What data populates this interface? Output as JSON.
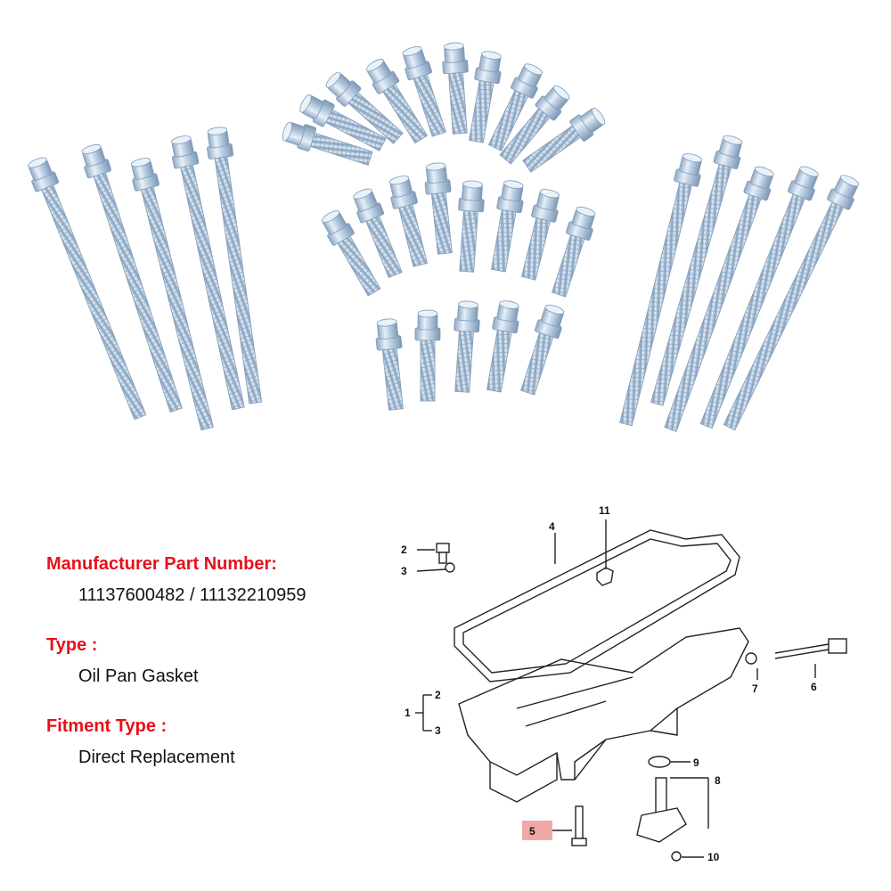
{
  "specs": {
    "part_number_label": "Manufacturer Part Number:",
    "part_number_value": "11137600482 / 11132210959",
    "type_label": "Type :",
    "type_value": "Oil Pan Gasket",
    "fitment_label": "Fitment Type :",
    "fitment_value": "Direct Replacement"
  },
  "diagram": {
    "callouts": [
      "1",
      "2",
      "3",
      "2",
      "3",
      "4",
      "5",
      "6",
      "7",
      "8",
      "9",
      "10",
      "11"
    ]
  },
  "colors": {
    "label_red": "#e8101a",
    "bolt_light": "#dde9f5",
    "bolt_mid": "#a9c1d9",
    "bolt_dark": "#6e8aa8",
    "highlight_box": "#f2a7a7"
  },
  "icons": {
    "photo": "bolts-photo",
    "diagram": "oil-pan-exploded-diagram-icon"
  }
}
